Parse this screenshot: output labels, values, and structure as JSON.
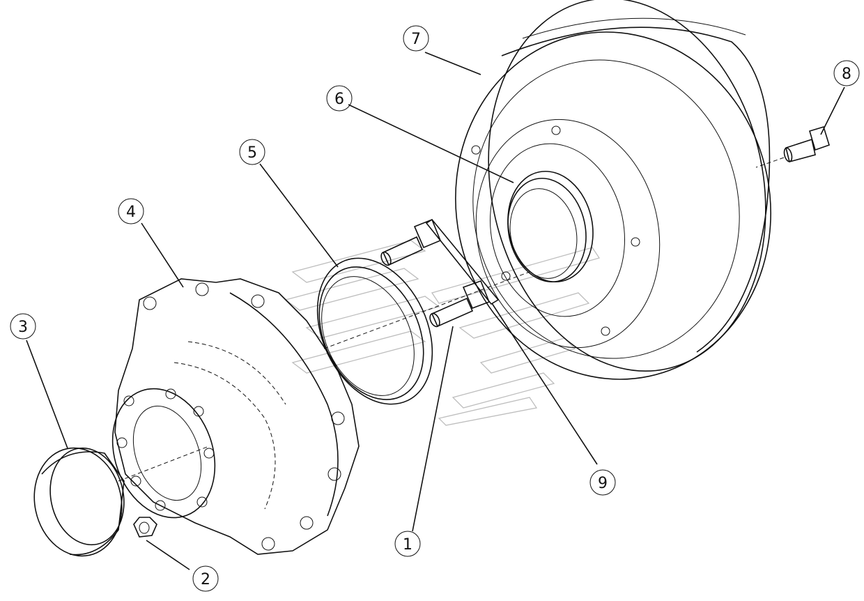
{
  "diagram": {
    "callouts": [
      {
        "id": "c1",
        "label": "1"
      },
      {
        "id": "c2",
        "label": "2"
      },
      {
        "id": "c3",
        "label": "3"
      },
      {
        "id": "c4",
        "label": "4"
      },
      {
        "id": "c5",
        "label": "5"
      },
      {
        "id": "c6",
        "label": "6"
      },
      {
        "id": "c7",
        "label": "7"
      },
      {
        "id": "c8",
        "label": "8"
      },
      {
        "id": "c9",
        "label": "9"
      }
    ]
  },
  "colors": {
    "line": "#111111",
    "watermark": "#bdbdbd",
    "background": "#ffffff"
  }
}
